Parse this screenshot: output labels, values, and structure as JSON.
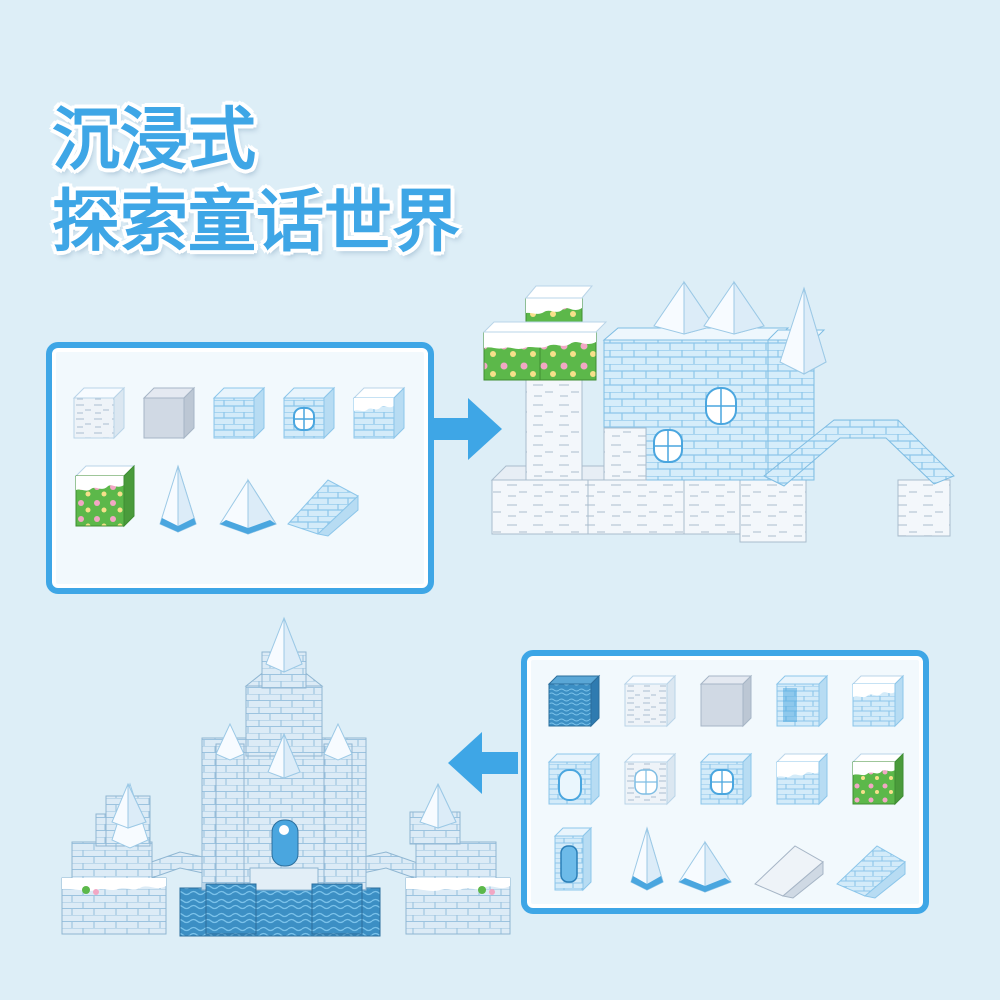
{
  "headline": {
    "line1": "沉浸式",
    "line2": "探索童话世界"
  },
  "colors": {
    "background": "#ddeef7",
    "accent_blue": "#3ea6e6",
    "ice_light": "#eaf5fc",
    "ice_brick": "#a9d6f1",
    "grass_green": "#5cb84a",
    "water_blue": "#3c8fc4"
  },
  "panel_top": {
    "pieces": [
      "snow-block",
      "stone-block",
      "ice-brick-block",
      "window-block",
      "snow-cap-block",
      "flower-grass-block",
      "tall-spire",
      "short-pyramid",
      "brick-ramp"
    ]
  },
  "panel_bottom": {
    "pieces": [
      "water-block",
      "snow-block",
      "stone-block",
      "ice-brick-block",
      "snow-cap-block",
      "arch-window-block",
      "lattice-window-block",
      "window-block",
      "snow-cap-block",
      "flower-grass-block",
      "door-block",
      "tall-spire",
      "short-pyramid",
      "snow-ramp",
      "brick-ramp"
    ]
  },
  "arrows": [
    "arrow-right",
    "arrow-left"
  ]
}
